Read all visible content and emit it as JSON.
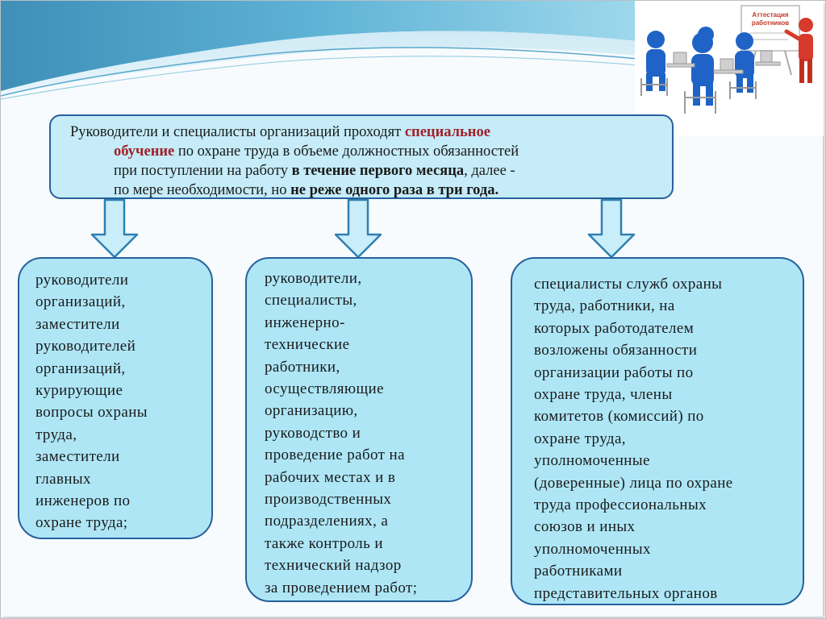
{
  "intro": {
    "line1_a": "Руководители и специалисты организаций проходят ",
    "line1_b": "специальное",
    "line2_a": "обучение",
    "line2_b": " по охране труда в объеме должностных обязанностей",
    "line3_a": "при поступлении на работу ",
    "line3_b": "в течение первого месяца",
    "line3_c": ", далее -",
    "line4_a": "по мере необходимости, но ",
    "line4_b": "не реже одного раза в три года."
  },
  "groups": [
    {
      "lines": [
        "руководители",
        "организаций,",
        "заместители",
        "руководителей",
        "организаций,",
        "курирующие",
        "вопросы охраны",
        "труда,",
        "заместители",
        "главных",
        "инженеров по",
        "охране труда;"
      ]
    },
    {
      "lines": [
        "руководители,",
        "специалисты,",
        "инженерно-",
        "технические",
        "работники,",
        "осуществляющие",
        "организацию,",
        "руководство и",
        "проведение работ на",
        "рабочих местах и в",
        "производственных",
        "подразделениях, а",
        "также контроль и",
        "технический надзор",
        "за проведением работ;"
      ]
    },
    {
      "lines": [
        "специалисты служб охраны",
        "труда, работники, на",
        "которых работодателем",
        "возложены обязанности",
        "организации работы по",
        "охране труда, члены",
        "комитетов (комиссий) по",
        "охране труда,",
        "уполномоченные",
        "(доверенные) лица по охране",
        "труда профессиональных",
        "союзов и иных",
        "уполномоченных",
        "работниками",
        "представительных органов"
      ]
    }
  ],
  "illustration": {
    "board_text_1": "Аттестация",
    "board_text_2": "работников",
    "icon": "training-people-illustration"
  },
  "colors": {
    "box_fill": "#c5ecf8",
    "card_fill": "#aee6f6",
    "border": "#27619c",
    "accent_text": "#a0212a",
    "arrow_fill": "#c9eef9",
    "arrow_stroke": "#2f7fb0"
  }
}
